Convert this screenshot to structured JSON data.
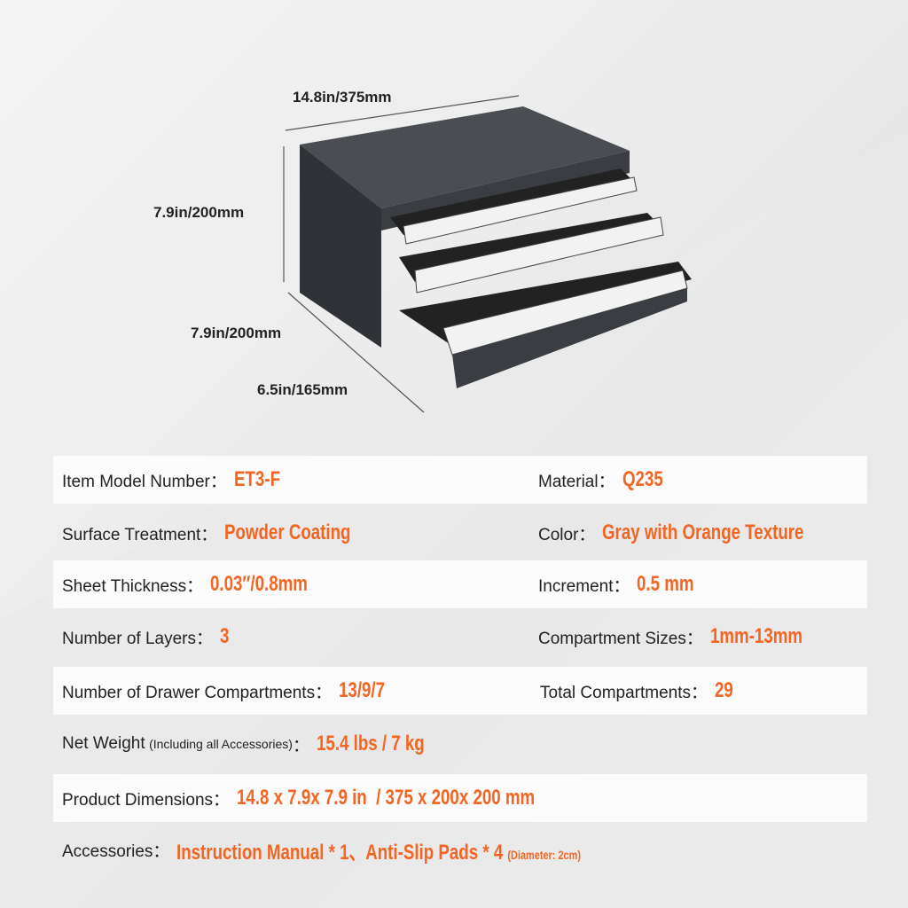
{
  "dimensions": {
    "width": "14.8in/375mm",
    "height": "7.9in/200mm",
    "depth_side": "7.9in/200mm",
    "depth_drawer": "6.5in/165mm"
  },
  "specs": {
    "model": {
      "label": "Item Model Number：",
      "value": "ET3-F"
    },
    "material": {
      "label": "Material：",
      "value": "Q235"
    },
    "surface": {
      "label": "Surface Treatment：",
      "value": "Powder Coating"
    },
    "color": {
      "label": "Color：",
      "value": "Gray with Orange Texture"
    },
    "thickness": {
      "label": "Sheet Thickness：",
      "value": "0.03″/0.8mm"
    },
    "increment": {
      "label": "Increment：",
      "value": "0.5 mm"
    },
    "layers": {
      "label": "Number of Layers：",
      "value": "3"
    },
    "sizes": {
      "label": "Compartment Sizes：",
      "value": "1mm-13mm"
    },
    "drawer_comp": {
      "label": "Number of Drawer Compartments：",
      "value": "13/9/7"
    },
    "total_comp": {
      "label": "Total Compartments：",
      "value": "29"
    },
    "weight": {
      "label": "Net Weight",
      "note": "(Including all Accessories)",
      "colon": "：",
      "value": "15.4 lbs / 7 kg"
    },
    "product_dims": {
      "label": "Product Dimensions：",
      "value": "14.8 x 7.9x 7.9 in  / 375 x 200x 200 mm"
    },
    "accessories": {
      "label": "Accessories：",
      "value": "Instruction Manual * 1、Anti-Slip Pads * 4",
      "note": "(Diameter: 2cm)"
    }
  },
  "colors": {
    "accent": "#f26522",
    "cabinet": "#3a3d42"
  }
}
